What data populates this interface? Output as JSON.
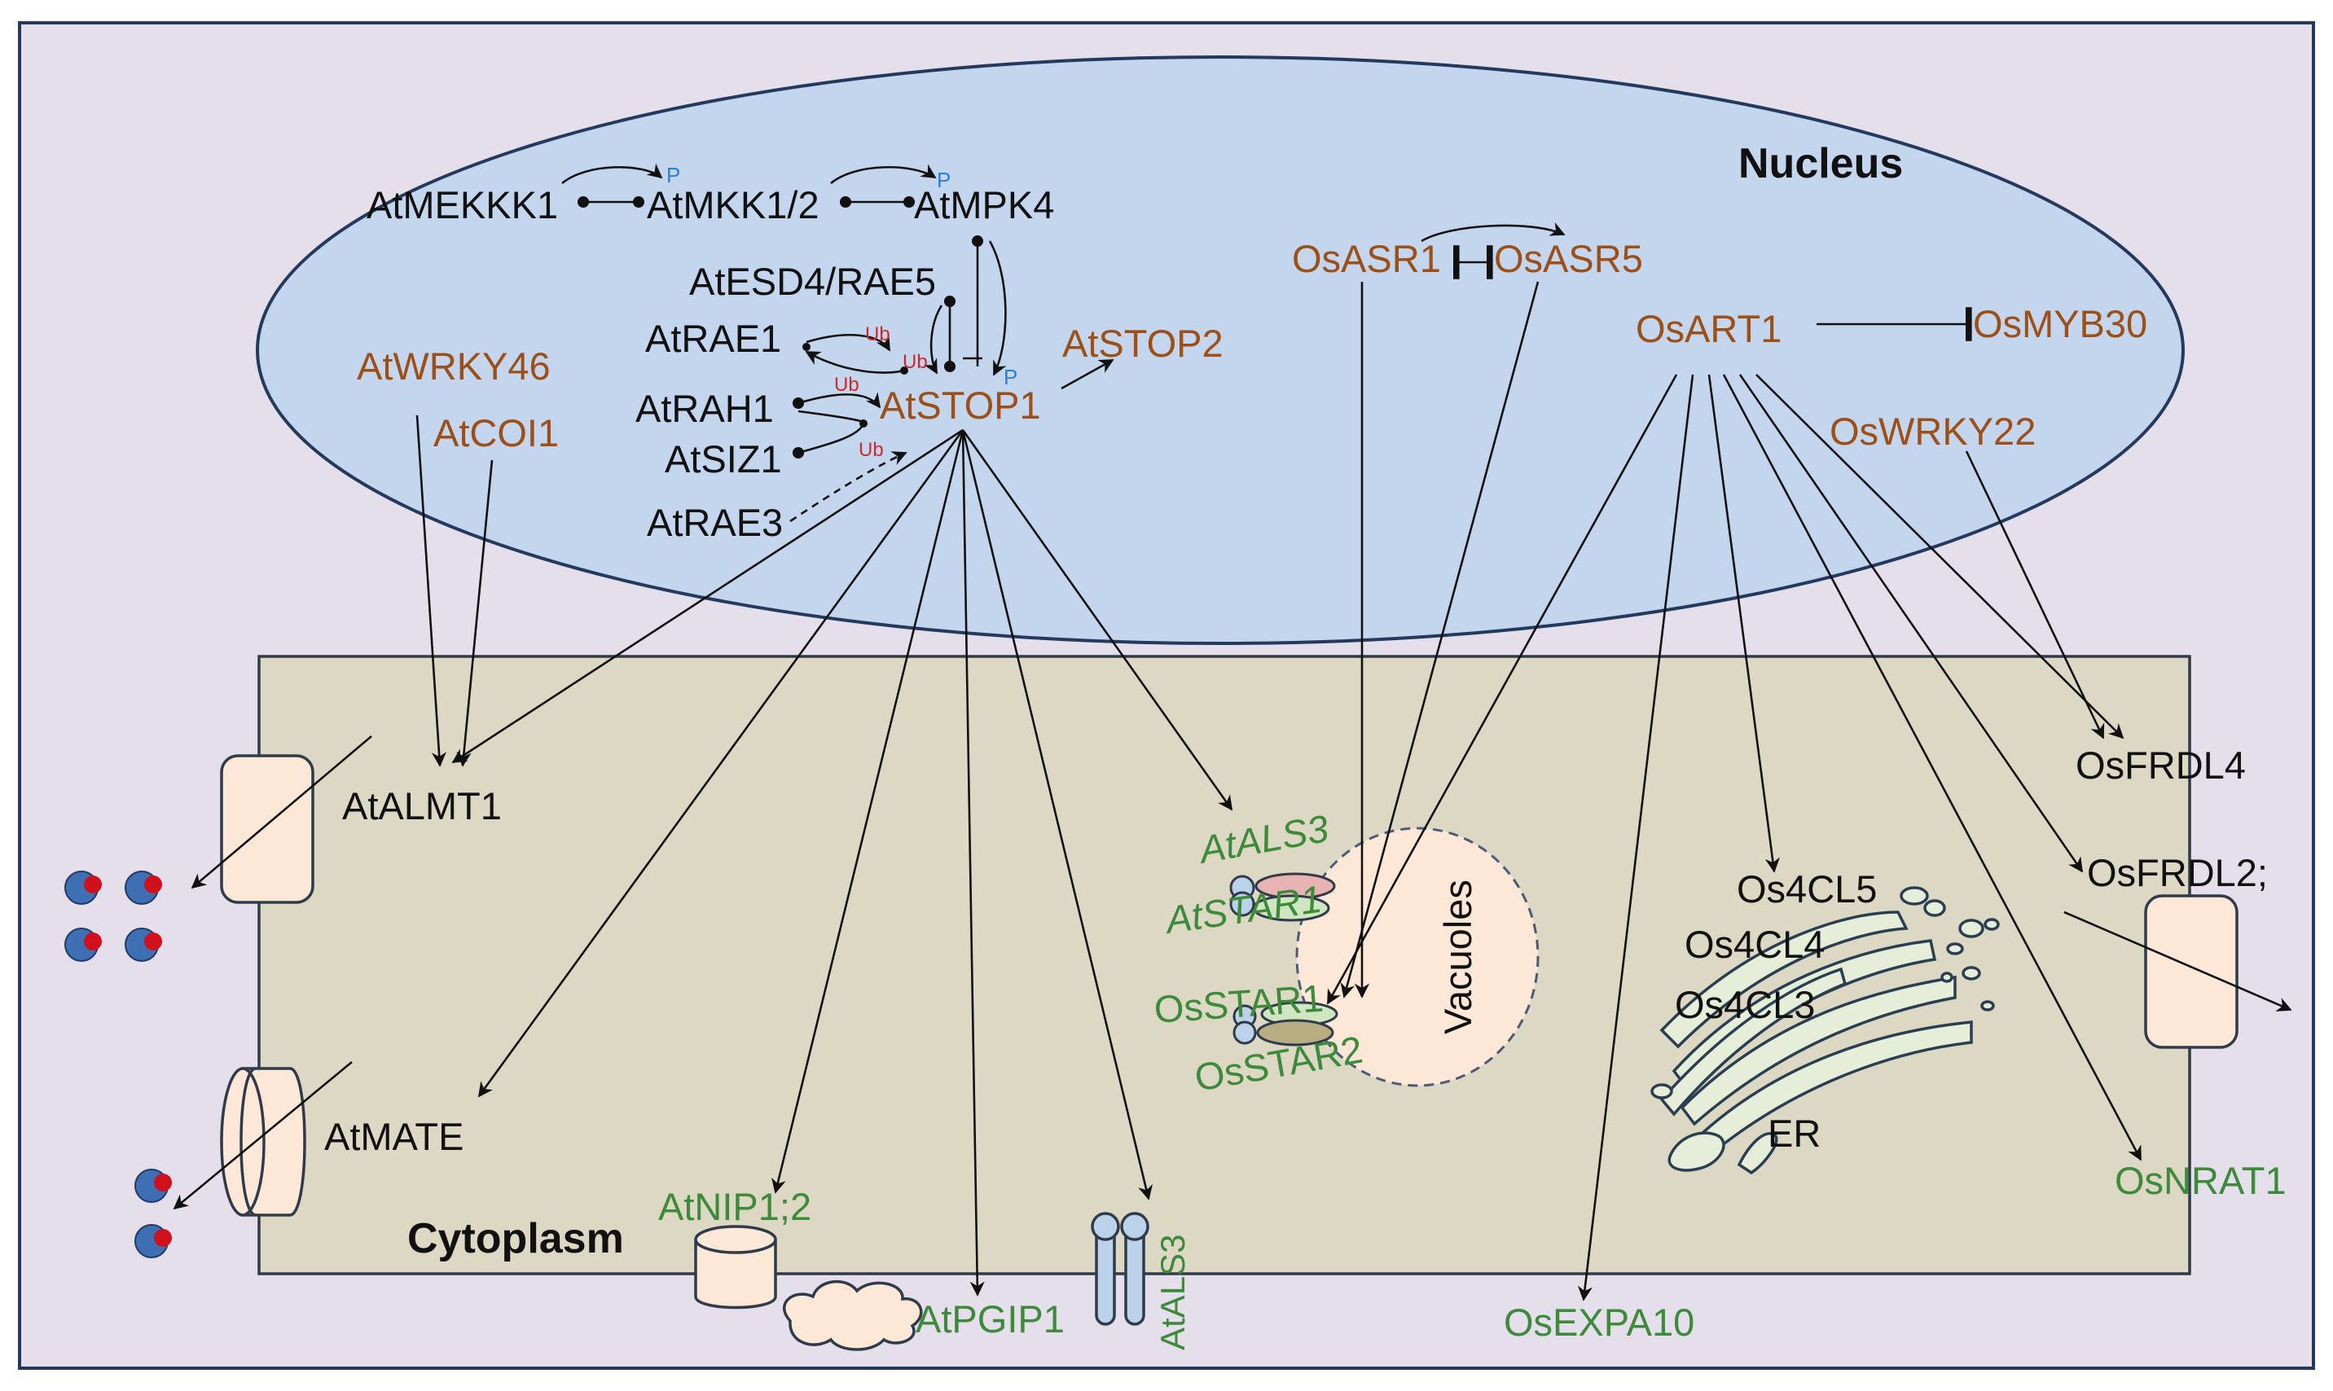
{
  "compartments": {
    "nucleus": "Nucleus",
    "cytoplasm": "Cytoplasm",
    "vacuoles": "Vacuoles",
    "er": "ER"
  },
  "genes": {
    "AtMEKKK1": "AtMEKKK1",
    "AtMKK12": "AtMKK1/2",
    "AtMPK4": "AtMPK4",
    "AtESD4RAE5": "AtESD4/RAE5",
    "AtRAE1": "AtRAE1",
    "AtRAH1": "AtRAH1",
    "AtSIZ1": "AtSIZ1",
    "AtRAE3": "AtRAE3",
    "AtSTOP1": "AtSTOP1",
    "AtSTOP2": "AtSTOP2",
    "AtWRKY46": "AtWRKY46",
    "AtCOI1": "AtCOI1",
    "OsASR1": "OsASR1",
    "OsASR5": "OsASR5",
    "OsART1": "OsART1",
    "OsMYB30": "OsMYB30",
    "OsWRKY22": "OsWRKY22",
    "AtALMT1": "AtALMT1",
    "AtMATE": "AtMATE",
    "AtALS3_vac": "AtALS3",
    "AtSTAR1": "AtSTAR1",
    "OsSTAR1": "OsSTAR1",
    "OsSTAR2": "OsSTAR2",
    "Os4CL5": "Os4CL5",
    "Os4CL4": "Os4CL4",
    "Os4CL3": "Os4CL3",
    "OsFRDL4": "OsFRDL4",
    "OsFRDL2": "OsFRDL2;",
    "OsNRAT1": "OsNRAT1",
    "AtNIP12": "AtNIP1;2",
    "AtPGIP1": "AtPGIP1",
    "AtALS3_pm": "AtALS3",
    "OsEXPA10": "OsEXPA10"
  },
  "modifications": {
    "phospho": "P",
    "ubiquitin": "Ub"
  },
  "colors": {
    "background": "#e5dfeb",
    "nucleus_fill": "#c3d6ee",
    "cytoplasm_fill": "#ddd8c4",
    "transporter_fill": "#fde7d6",
    "brown_text": "#9c4f16",
    "green_text": "#3c8a3a",
    "black_text": "#111111"
  }
}
